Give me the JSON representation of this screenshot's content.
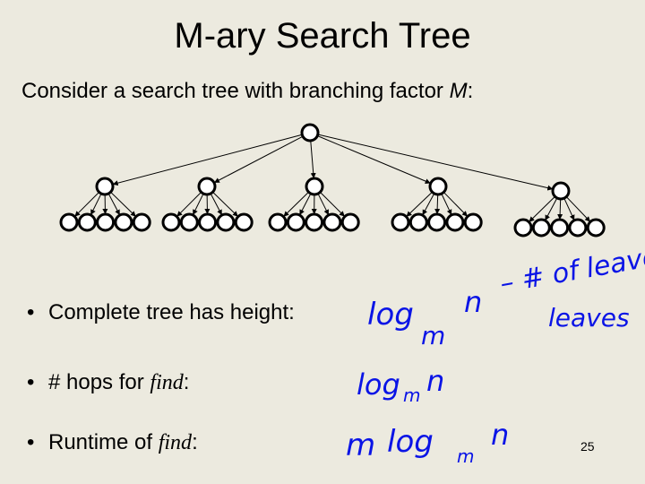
{
  "slide": {
    "title": "M-ary Search Tree",
    "subtitle_text": "Consider a search tree with branching factor ",
    "subtitle_var": "M",
    "subtitle_end": ":",
    "page_number": "25"
  },
  "bullets": [
    {
      "text": "Complete tree has height:",
      "italic": ""
    },
    {
      "text": "# hops for ",
      "italic": "find",
      "end": ":"
    },
    {
      "text": "Runtime of ",
      "italic": "find",
      "end": ":"
    }
  ],
  "annotations": {
    "height": {
      "base": "log",
      "sub": "m",
      "arg": "n"
    },
    "height_note": "– # of leaves",
    "hops": {
      "base": "log",
      "sub": "m",
      "arg": "n"
    },
    "runtime": {
      "prefix": "m",
      "base": "log",
      "sub": "m",
      "arg": "n"
    }
  },
  "tree": {
    "branching_factor": 5,
    "levels": 3
  }
}
